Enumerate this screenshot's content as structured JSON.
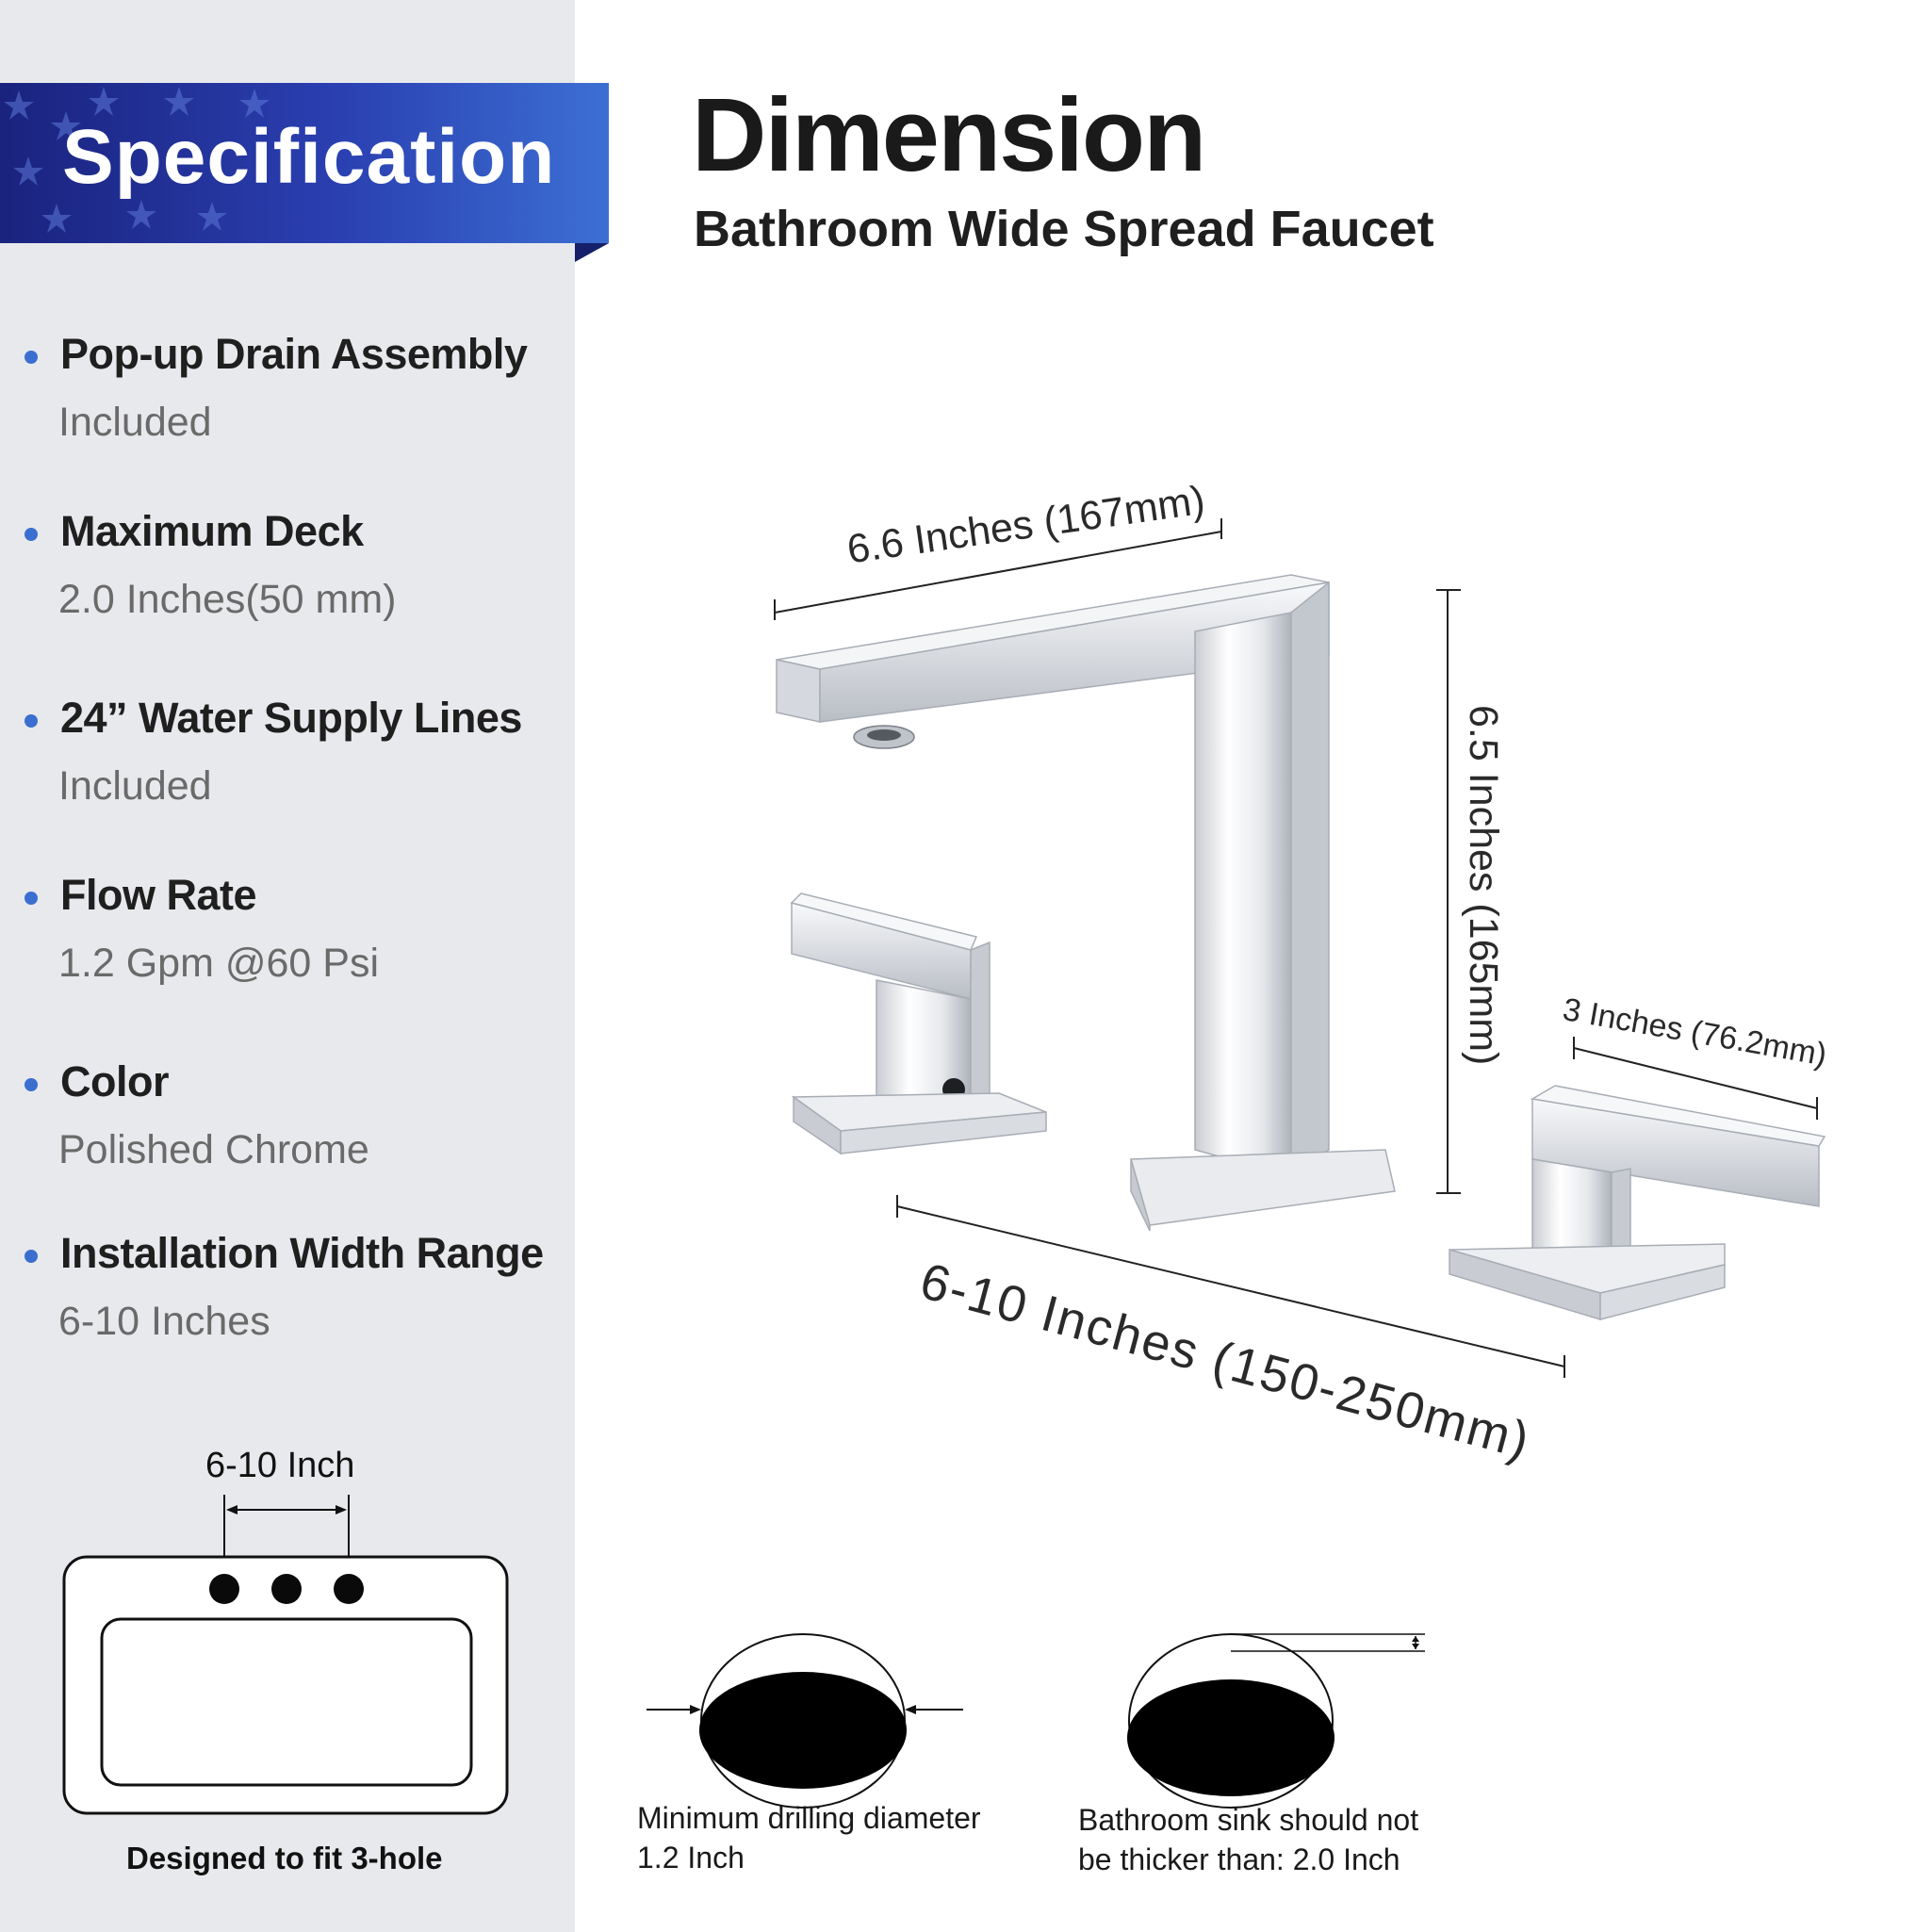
{
  "spec": {
    "title": "Specification",
    "items": [
      {
        "label": "Pop-up Drain Assembly",
        "value": "Included"
      },
      {
        "label": "Maximum Deck",
        "value": "2.0 Inches(50 mm)"
      },
      {
        "label": "24” Water Supply Lines",
        "value": "Included"
      },
      {
        "label": "Flow Rate",
        "value": "1.2 Gpm @60 Psi"
      },
      {
        "label": "Color",
        "value": "Polished Chrome"
      },
      {
        "label": "Installation Width Range",
        "value": "6-10 Inches"
      }
    ],
    "sink_label": "6-10 Inch",
    "sink_caption": "Designed to fit 3-hole"
  },
  "dimension": {
    "title": "Dimension",
    "subtitle": "Bathroom Wide Spread Faucet",
    "spout_width": "6.6 Inches (167mm)",
    "height": "6.5 Inches (165mm)",
    "handle_length": "3 Inches (76.2mm)",
    "spread": "6-10 Inches (150-250mm)"
  },
  "notes": {
    "drill_line1": "Minimum drilling diameter",
    "drill_line2": "1.2 Inch",
    "thick_line1": "Bathroom sink should not",
    "thick_line2": "be thicker than: 2.0 Inch"
  },
  "colors": {
    "banner_dark": "#1a237e",
    "banner_light": "#3c6fd3",
    "bullet": "#3a6fd0",
    "panel": "#e8e9ec"
  }
}
